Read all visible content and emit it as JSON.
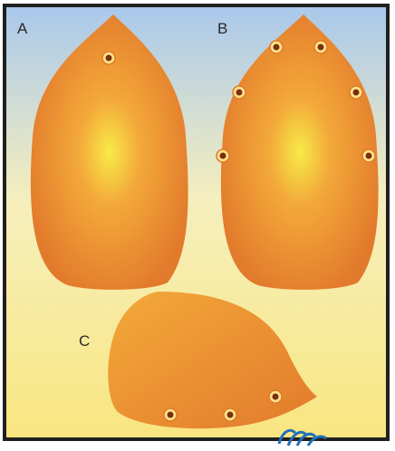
{
  "labels": {
    "a": "A",
    "b": "B",
    "c": "C"
  },
  "logo": {
    "name": "logo-watermark"
  },
  "colors": {
    "sky_top": "#a9c8ec",
    "sky_bottom": "#f6efbd",
    "ground": "#f9e680",
    "body_edge": "#e27a2c",
    "body_mid": "#f3a93a",
    "body_core": "#f7ea48",
    "pore_ring": "#ffe48a",
    "pore_hole": "#7a2f10",
    "frame": "#202020",
    "logo_blue": "#2070b8"
  }
}
